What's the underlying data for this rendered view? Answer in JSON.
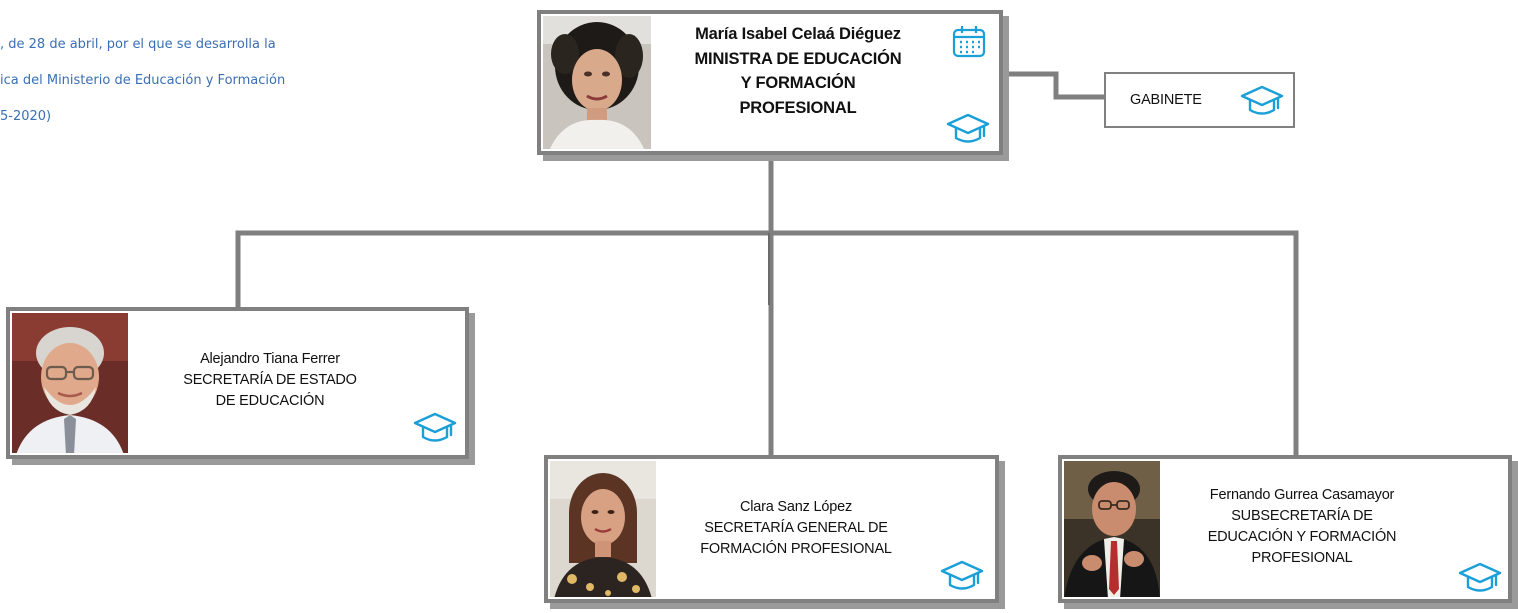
{
  "legal_note": {
    "lines": [
      ", de 28 de abril, por el que se desarrolla la",
      "ica del Ministerio de Educación y Formación",
      "5-2020)"
    ]
  },
  "minister": {
    "name": "María Isabel Celaá Diéguez",
    "title_lines": [
      "MINISTRA DE EDUCACIÓN",
      "Y FORMACIÓN",
      "PROFESIONAL"
    ]
  },
  "gabinete": {
    "label": "GABINETE"
  },
  "units": [
    {
      "id": "estado",
      "name": "Alejandro Tiana Ferrer",
      "title_lines": [
        "SECRETARÍA DE ESTADO",
        "DE EDUCACIÓN"
      ]
    },
    {
      "id": "fp",
      "name": "Clara Sanz López",
      "title_lines": [
        "SECRETARÍA GENERAL DE",
        "FORMACIÓN PROFESIONAL"
      ]
    },
    {
      "id": "subsecretaria",
      "name": "Fernando Gurrea Casamayor",
      "title_lines": [
        "SUBSECRETARÍA DE",
        "EDUCACIÓN Y FORMACIÓN",
        "PROFESIONAL"
      ]
    }
  ],
  "icons": {
    "calendar": "calendar-icon",
    "cap": "graduation-cap-icon"
  },
  "colors": {
    "border": "#808080",
    "shadow": "#9a9a9a",
    "connector": "#7f7f7f",
    "icon": "#1a9fd8",
    "legal_text": "#3a6fb5"
  }
}
